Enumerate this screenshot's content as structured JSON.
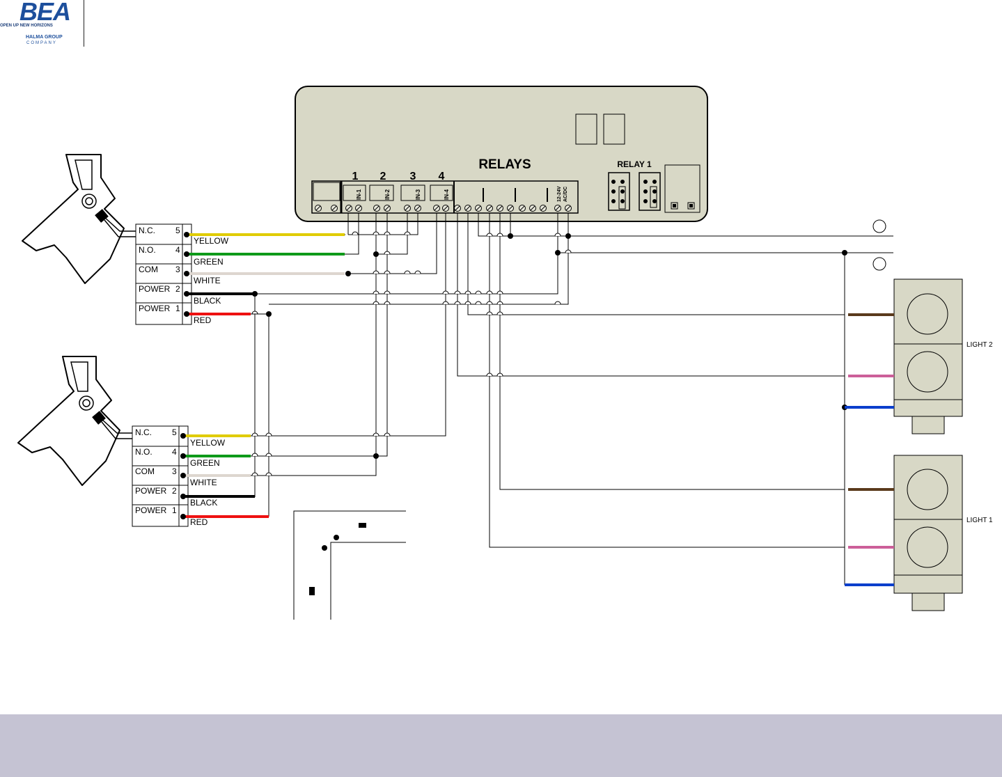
{
  "logo": {
    "brand": "BEA",
    "tagline": "OPEN UP NEW HORIZONS",
    "group": "HALMA GROUP",
    "company": "COMPANY"
  },
  "controller": {
    "relays_title": "RELAYS",
    "relay1_label": "RELAY 1",
    "channel_numbers": [
      "1",
      "2",
      "3",
      "4"
    ],
    "input_labels": [
      "IN-1",
      "IN-2",
      "IN-3",
      "IN-4"
    ],
    "power_label_line1": "12-24V",
    "power_label_line2": "AC/DC"
  },
  "sensor_top": {
    "rows": [
      {
        "name": "N.C.",
        "pin": "5"
      },
      {
        "name": "N.O.",
        "pin": "4"
      },
      {
        "name": "COM",
        "pin": "3"
      },
      {
        "name": "POWER",
        "pin": "2"
      },
      {
        "name": "POWER",
        "pin": "1"
      }
    ],
    "wires": [
      "YELLOW",
      "GREEN",
      "WHITE",
      "BLACK",
      "RED"
    ]
  },
  "sensor_bottom": {
    "rows": [
      {
        "name": "N.C.",
        "pin": "5"
      },
      {
        "name": "N.O.",
        "pin": "4"
      },
      {
        "name": "COM",
        "pin": "3"
      },
      {
        "name": "POWER",
        "pin": "2"
      },
      {
        "name": "POWER",
        "pin": "1"
      }
    ],
    "wires": [
      "YELLOW",
      "GREEN",
      "WHITE",
      "BLACK",
      "RED"
    ]
  },
  "lights": {
    "light2_label": "LIGHT 2",
    "light1_label": "LIGHT 1"
  },
  "colors": {
    "yellow": "#e0cc00",
    "green": "#0e9a1a",
    "white": "#ddd6cf",
    "black": "#000000",
    "red": "#ee1111",
    "brown": "#5a3a1c",
    "pink": "#cc5f99",
    "blue": "#0b3fcc",
    "panel": "#d8d8c6",
    "footer": "#c5c3d3"
  }
}
